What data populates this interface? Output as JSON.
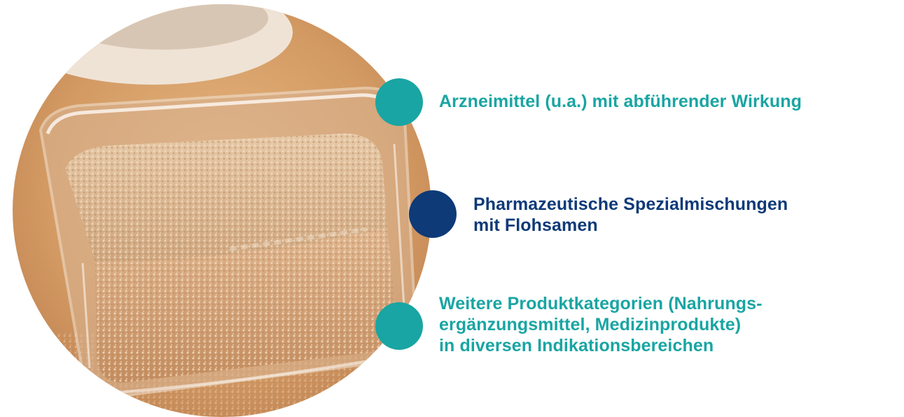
{
  "colors": {
    "teal": "#19a5a3",
    "navy": "#0e3a78"
  },
  "image": {
    "description_icon": "psyllium-seeds-in-glass-bowl"
  },
  "items": [
    {
      "icon": "teal-dot-icon",
      "color": "#19a5a3",
      "lines": [
        "Arzneimittel (u.a.) mit abführender Wirkung"
      ]
    },
    {
      "icon": "navy-dot-icon",
      "color": "#0e3a78",
      "lines": [
        "Pharmazeutische Spezialmischungen",
        "mit Flohsamen"
      ]
    },
    {
      "icon": "teal-dot-icon",
      "color": "#19a5a3",
      "lines": [
        "Weitere Produktkategorien (Nahrungs-",
        "ergänzungsmittel, Medizinprodukte)",
        "in diversen Indikationsbereichen"
      ]
    }
  ]
}
